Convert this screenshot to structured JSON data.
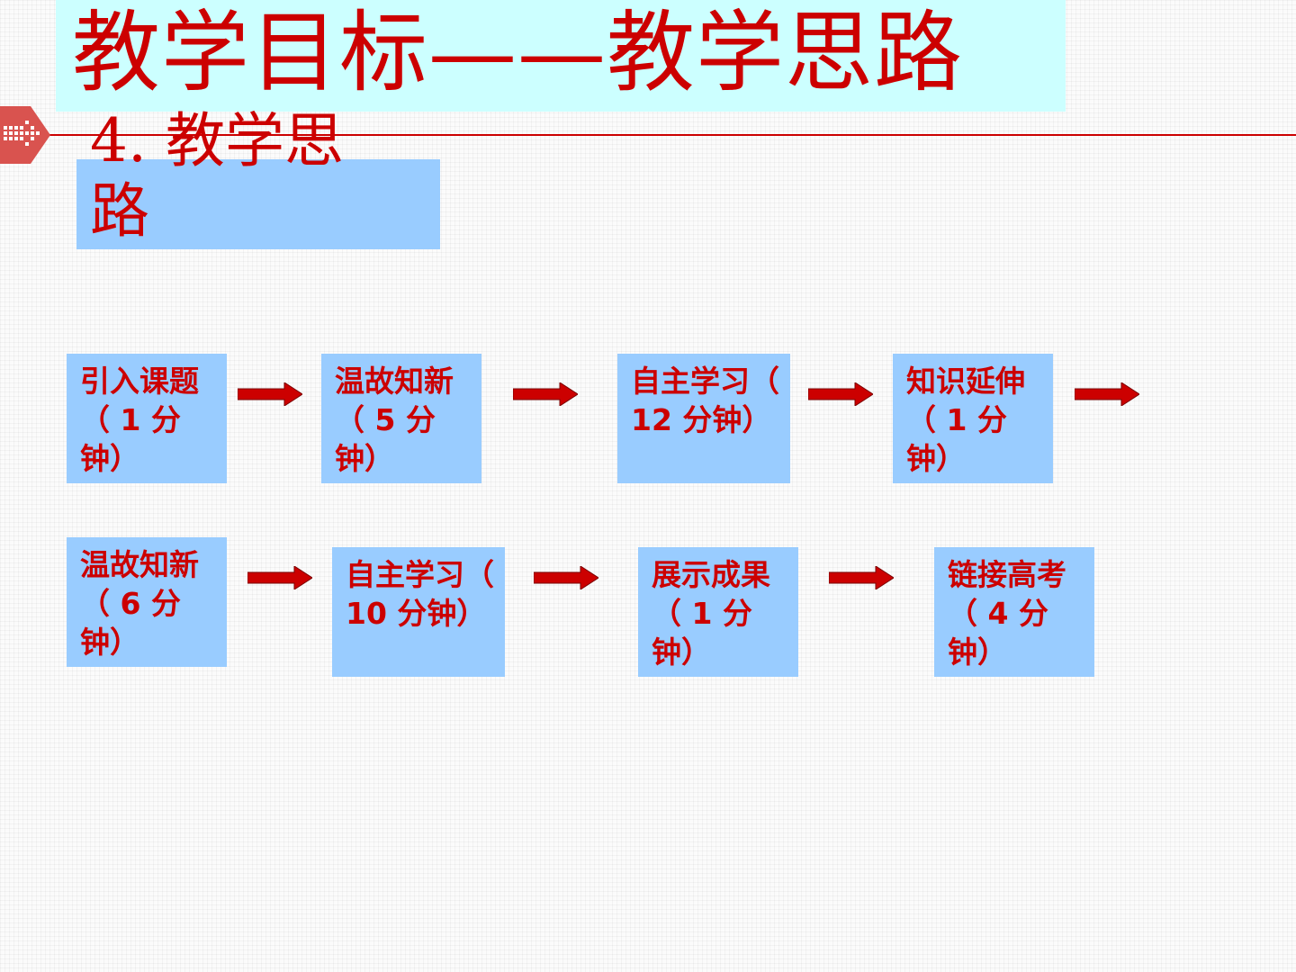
{
  "slide": {
    "title": "教学目标——教学思路",
    "subtitle": "4. 教学思路"
  },
  "flow": {
    "row1": [
      {
        "label": "引入课题（ 1 分钟）"
      },
      {
        "label": "温故知新（ 5 分钟）"
      },
      {
        "label": "自主学习（ 12 分钟）"
      },
      {
        "label": "知识延伸（ 1 分钟）"
      }
    ],
    "row2": [
      {
        "label": "温故知新（ 6 分钟）"
      },
      {
        "label": "自主学习（ 10 分钟）"
      },
      {
        "label": "展示成果（ 1 分钟）"
      },
      {
        "label": "链接高考（ 4 分钟）"
      }
    ]
  },
  "colors": {
    "accent_red": "#cc0000",
    "box_blue": "#99ccff",
    "title_bg": "#ccffff"
  },
  "icons": {
    "bullet": "arrow-tab-icon",
    "connector": "right-arrow-icon"
  }
}
